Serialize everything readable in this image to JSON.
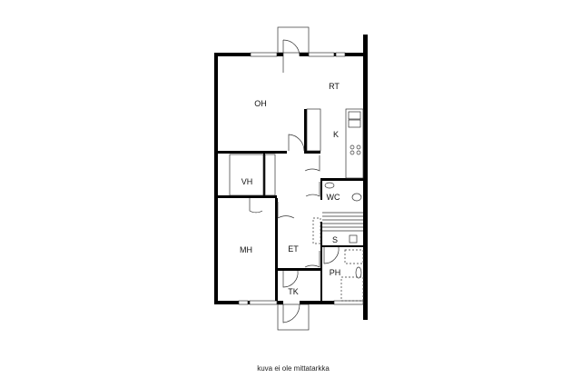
{
  "rooms": {
    "oh": "OH",
    "rt": "RT",
    "k": "K",
    "vh": "VH",
    "wc": "WC",
    "s": "S",
    "mh": "MH",
    "et": "ET",
    "ph": "PH",
    "tk": "TK"
  },
  "caption": "kuva ei ole mittatarkka",
  "colors": {
    "wall": "#000000",
    "line": "#333333"
  }
}
